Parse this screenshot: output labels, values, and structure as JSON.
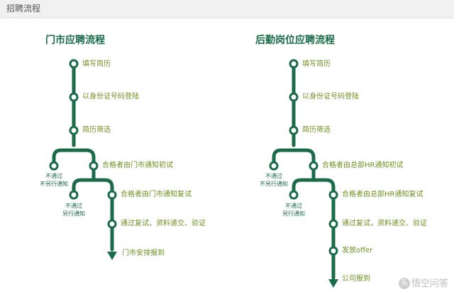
{
  "header": {
    "title": "招聘流程"
  },
  "colors": {
    "line": "#1a6b4a",
    "label": "#6f8f1f",
    "header_bg": "#f1f1f1"
  },
  "flows": [
    {
      "title": "门市应聘流程",
      "steps": [
        "填写简历",
        "以身份证号码登陆",
        "简历筛选",
        "合格者由门市通知初试",
        "合格者由门市通知复试",
        "通过复试，资料递交、验证",
        "门市安排报到"
      ],
      "branches": [
        {
          "line1": "不通过",
          "line2": "不另行通知"
        },
        {
          "line1": "不通过",
          "line2": "另行通知"
        }
      ]
    },
    {
      "title": "后勤岗位应聘流程",
      "steps": [
        "填写简历",
        "以身份证号码登陆",
        "简历筛选",
        "合格者由总部HR通知初试",
        "合格者由总部HR通知复试",
        "通过复试，资料递交、验证",
        "发放offer",
        "公司报到"
      ],
      "branches": [
        {
          "line1": "不通过",
          "line2": "不另行通知"
        },
        {
          "line1": "不通过",
          "line2": "另行通知"
        }
      ]
    }
  ],
  "watermark": {
    "badge": "头",
    "text": "悟空问答"
  }
}
